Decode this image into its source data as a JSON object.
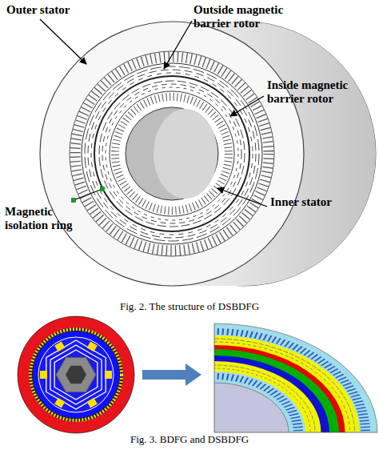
{
  "diagram": {
    "labels": [
      "Outer stator",
      "Outside magnetic barrier rotor",
      "Inside magnetic barrier rotor",
      "Magnetic isolation ring",
      "Inner stator",
      "Fig. 2. The structure of DSBDFG",
      "Fig. 3. BDFG and DSBDFG"
    ]
  }
}
